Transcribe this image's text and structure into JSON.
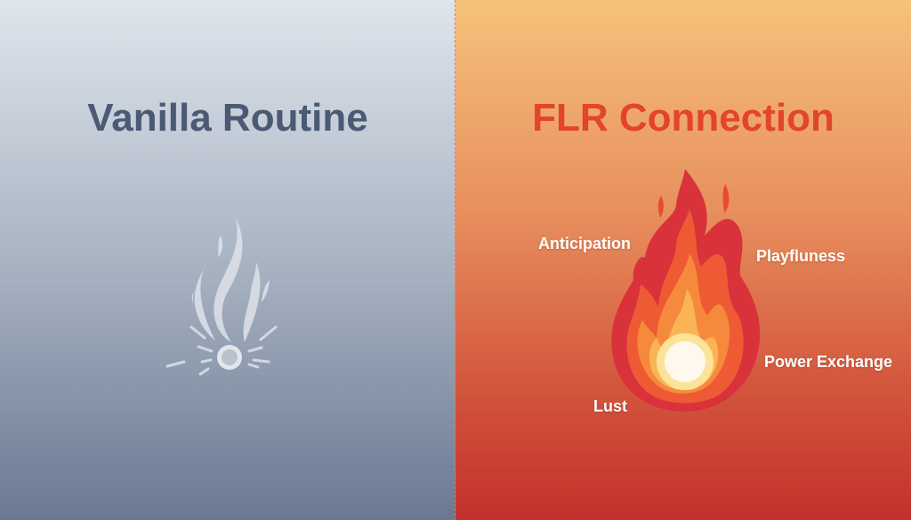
{
  "left": {
    "title": "Vanilla Routine",
    "icon": "faded-flame-icon"
  },
  "right": {
    "title": "FLR Connection",
    "icon": "fire-icon",
    "labels": [
      "Anticipation",
      "Playfluness",
      "Power Exchange",
      "Lust"
    ]
  },
  "colors": {
    "left_title": "#4b5a74",
    "right_title": "#e2452a"
  }
}
